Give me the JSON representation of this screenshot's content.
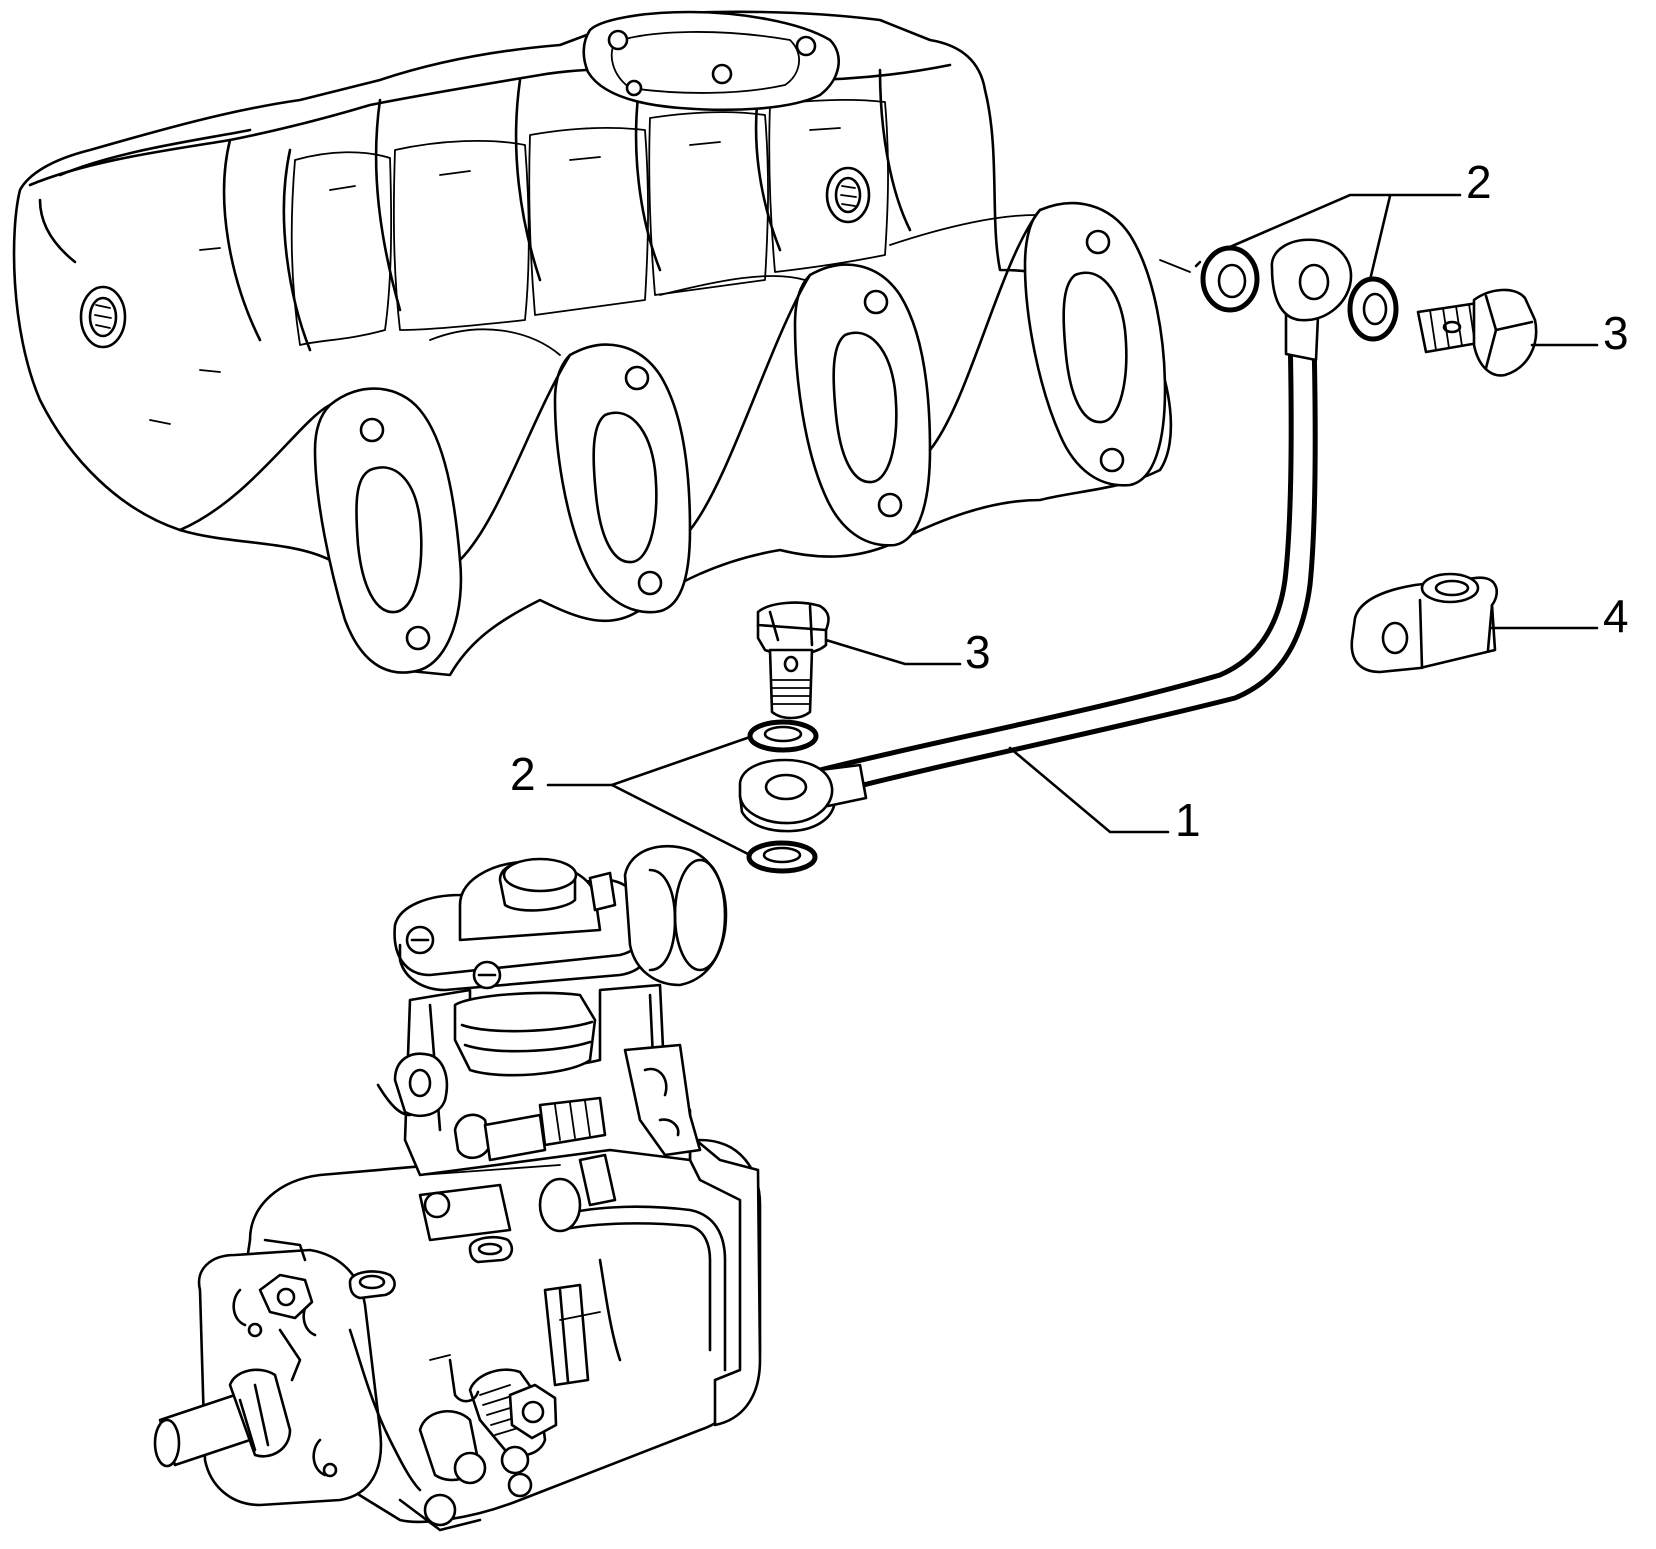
{
  "callouts": [
    {
      "id": "pipe",
      "label": "1"
    },
    {
      "id": "washers-top",
      "label": "2"
    },
    {
      "id": "bolt-top",
      "label": "3"
    },
    {
      "id": "bolt-mid",
      "label": "3"
    },
    {
      "id": "clamp",
      "label": "4"
    },
    {
      "id": "washers-lower",
      "label": "2"
    }
  ],
  "parts": [
    {
      "id": "intake-manifold",
      "icon": "manifold-icon"
    },
    {
      "id": "injection-pump",
      "icon": "pump-icon"
    },
    {
      "id": "pipe",
      "icon": "pipe-icon"
    },
    {
      "id": "banjo-bolt",
      "icon": "bolt-icon"
    },
    {
      "id": "sealing-washer",
      "icon": "washer-icon"
    },
    {
      "id": "pipe-clamp",
      "icon": "clamp-icon"
    }
  ]
}
